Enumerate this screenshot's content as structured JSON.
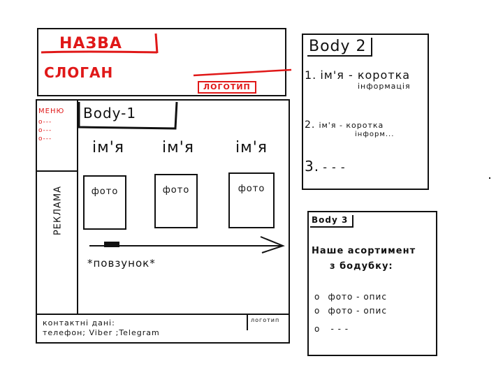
{
  "header": {
    "title": "НАЗВА",
    "slogan": "СЛОГАН",
    "logo": "ЛОГОТИП"
  },
  "sidebar": {
    "menu_label": "МЕНЮ",
    "menu_items": [
      "о---",
      "о---",
      "о---"
    ],
    "ad_label": "РЕКЛАМА"
  },
  "body1": {
    "label": "Body-1",
    "cards": [
      {
        "name": "ім'я",
        "photo": "фото"
      },
      {
        "name": "ім'я",
        "photo": "фото"
      },
      {
        "name": "ім'я",
        "photo": "фото"
      }
    ],
    "slider_label": "*повзунок*"
  },
  "footer": {
    "contacts_line1": "контактні дані:",
    "contacts_line2": "телефон; Viber ;Telegram",
    "logo": "логотип"
  },
  "body2": {
    "label": "Body 2",
    "items": [
      {
        "index": "1.",
        "title": "ім'я - коротка",
        "sub": "інформація"
      },
      {
        "index": "2.",
        "title": "ім'я - коротка",
        "sub": "інформ..."
      },
      {
        "index": "3.",
        "title": "- - -",
        "sub": ""
      }
    ]
  },
  "body3": {
    "label": "Body 3",
    "heading_line1": "Наше асортимент",
    "heading_line2": "з бодубку:",
    "items": [
      "фото - опис",
      "фото - опис",
      "- - -"
    ]
  },
  "colors": {
    "accent": "#e01818",
    "ink": "#111111"
  }
}
